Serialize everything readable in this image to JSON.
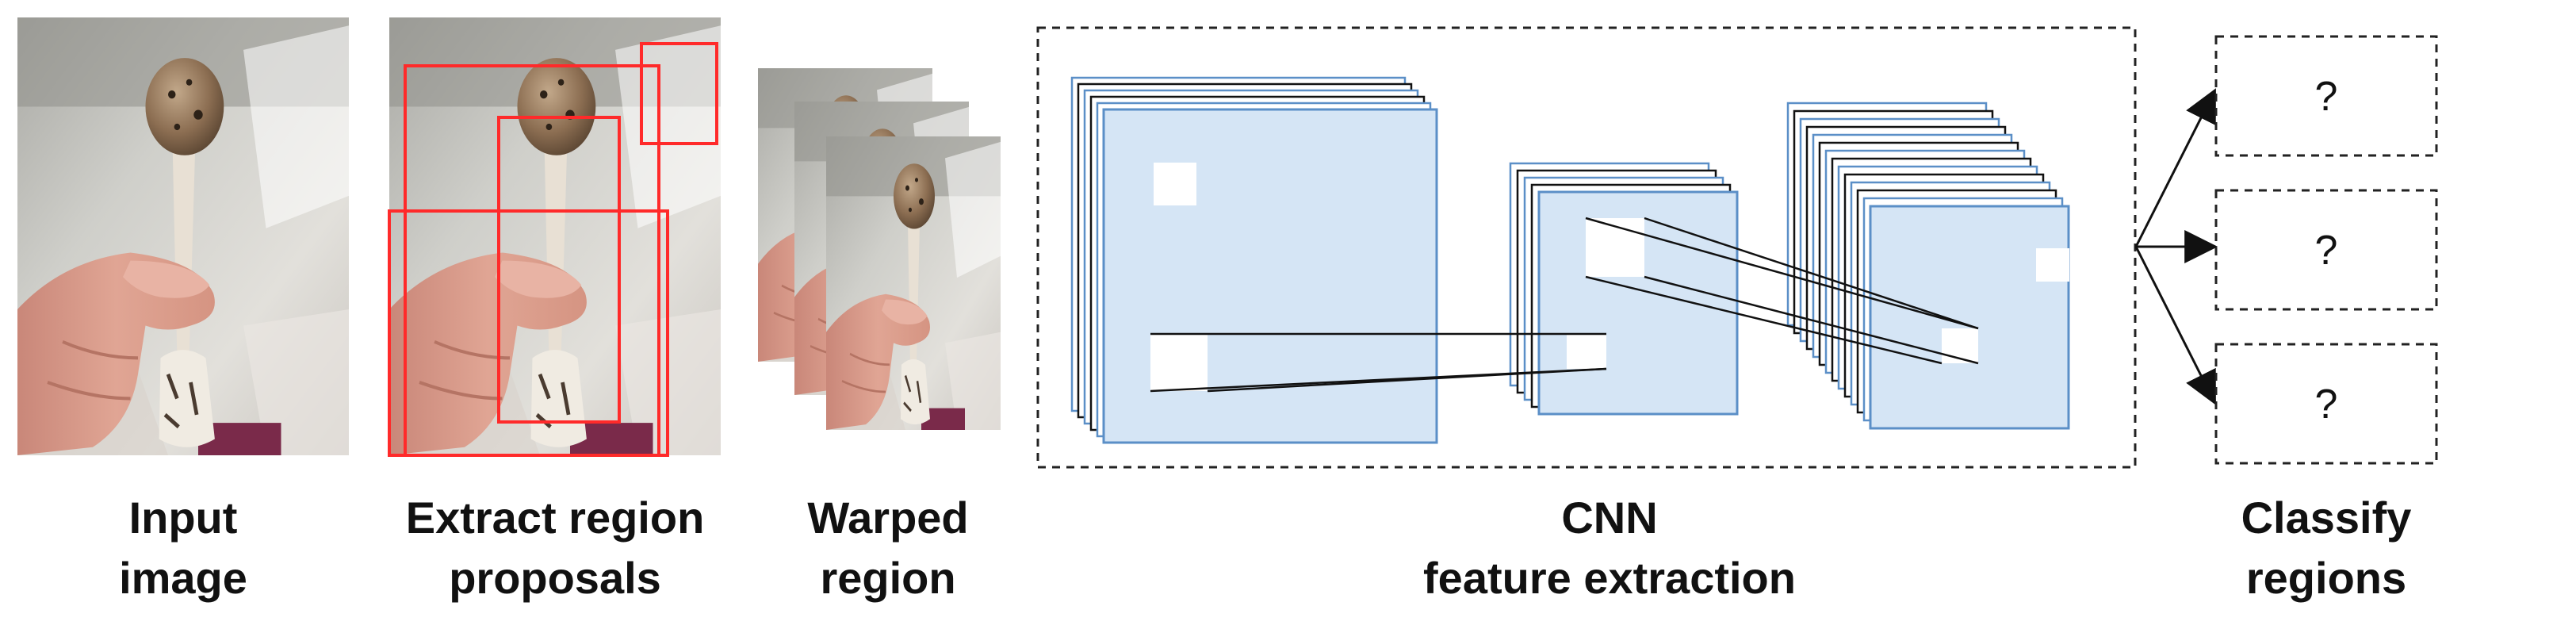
{
  "stages": {
    "input": {
      "line1": "Input",
      "line2": "image"
    },
    "proposals": {
      "line1": "Extract region",
      "line2": "proposals"
    },
    "warped": {
      "line1": "Warped",
      "line2": "region"
    },
    "cnn": {
      "line1": "CNN",
      "line2": "feature extraction"
    },
    "classify": {
      "line1": "Classify",
      "line2": "regions"
    }
  },
  "classifier_outputs": [
    "?",
    "?",
    "?"
  ],
  "colors": {
    "proposal_box": "#ff2a2a",
    "feature_map_fill": "#d5e5f5",
    "feature_map_stroke": "#5b8fc7",
    "dashed_border": "#222222"
  }
}
